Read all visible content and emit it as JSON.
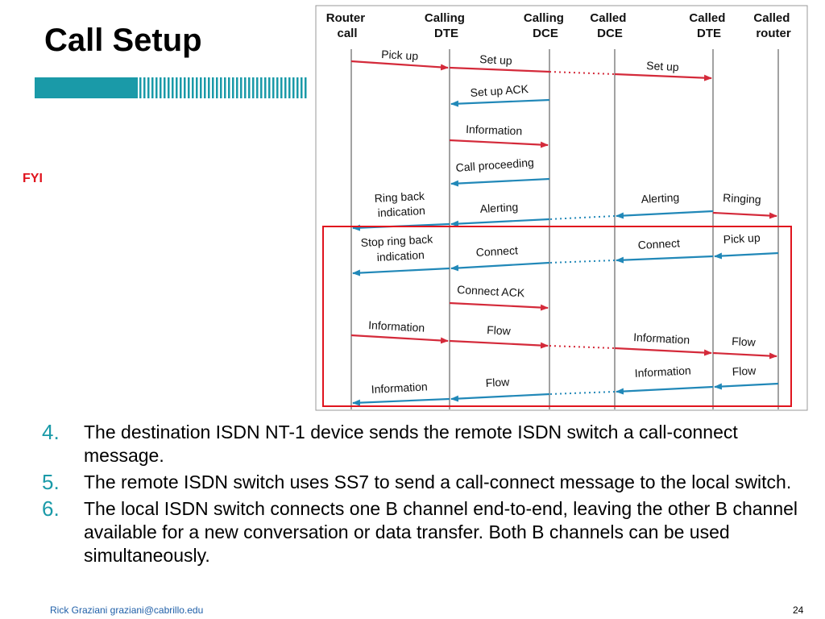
{
  "slide": {
    "title": "Call Setup",
    "fyi": "FYI",
    "footer": "Rick Graziani  graziani@cabrillo.edu",
    "page_number": "24",
    "colors": {
      "title": "#000000",
      "fyi": "#e0141e",
      "accent": "#1a9aa8",
      "send": "#d42a3a",
      "receive": "#2188b8",
      "highlight": "#e0141e"
    }
  },
  "diagram": {
    "headers": [
      [
        "Router",
        "call"
      ],
      [
        "Calling",
        "DTE"
      ],
      [
        "Calling",
        "DCE"
      ],
      [
        "Called",
        "DCE"
      ],
      [
        "Called",
        "DTE"
      ],
      [
        "Called",
        "router"
      ]
    ],
    "labels": {
      "pick_up_1": "Pick up",
      "set_up_1": "Set up",
      "set_up_2": "Set up",
      "set_up_ack": "Set up ACK",
      "information_1": "Information",
      "call_proceeding": "Call proceeding",
      "ring_back_1": "Ring back",
      "ring_back_2": "indication",
      "alerting_1": "Alerting",
      "alerting_2": "Alerting",
      "ringing": "Ringing",
      "stop_ring_1": "Stop ring back",
      "stop_ring_2": "indication",
      "connect_1": "Connect",
      "connect_2": "Connect",
      "pick_up_2": "Pick up",
      "connect_ack": "Connect ACK",
      "information_2": "Information",
      "flow_1": "Flow",
      "information_3": "Information",
      "flow_2": "Flow",
      "information_4": "Information",
      "flow_3": "Flow",
      "information_5": "Information",
      "flow_4": "Flow"
    }
  },
  "steps": [
    {
      "number": "4.",
      "text": "The destination ISDN NT-1 device sends the remote ISDN switch a call-connect message."
    },
    {
      "number": "5.",
      "text": "The remote ISDN switch uses SS7 to send a call-connect message to the local switch."
    },
    {
      "number": "6.",
      "text": "The local ISDN switch connects one B channel end-to-end, leaving the other B channel available for a new conversation or data transfer. Both B channels can be used simultaneously."
    }
  ]
}
